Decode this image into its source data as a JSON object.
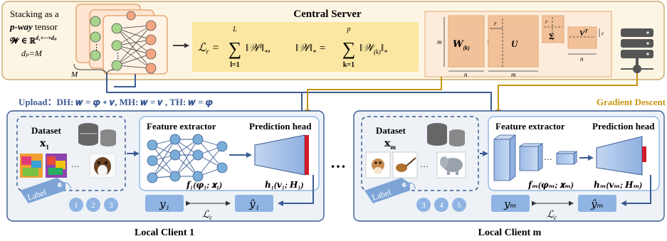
{
  "server": {
    "title": "Central Server",
    "stack_line1": "Stacking as a",
    "stack_line2_bold": "p-way",
    "stack_line2_rest": " tensor",
    "tensor_def": "𝓦 ∈ ℝ",
    "tensor_sup": "d₁×···×dₚ",
    "dp_eq": "dₚ=M",
    "M_label": "M",
    "loss_lhs": "ℒ",
    "loss_lhs_sub": "r",
    "sum1_top": "L",
    "sum1_bot": "l=1",
    "norm1": "‖𝒲ˡ‖",
    "star": "*",
    "norm_def": "‖𝒲‖",
    "sum2_top": "p",
    "sum2_bot": "k=1",
    "norm2": "‖𝒲",
    "norm2_sub": "(k)",
    "svd_W": "𝑾",
    "svd_W_sub": "(k)",
    "svd_eq": "=",
    "svd_U": "U",
    "svd_S": "Σ",
    "svd_V": "V",
    "svd_V_sup": "T",
    "dim_m": "m",
    "dim_n": "n",
    "dim_r": "r"
  },
  "upload": {
    "label": "Upload：DH: 𝒘 = 𝝋 ∘ 𝒗, MH: 𝒘 = 𝒗 , TH: 𝒘 = 𝝋"
  },
  "gradient": {
    "label": "Gradient Descent"
  },
  "client1": {
    "dataset": "Dataset",
    "dataset_x": "𝐱",
    "dataset_x_sub": "1",
    "feature": "Feature extractor",
    "head": "Prediction head",
    "f_label": "𝒇₁(𝝋₁; 𝐱₁)",
    "h_label": "𝒉₁(𝒗₁; 𝑯₁)",
    "y": "𝑦₁",
    "yhat": "𝑦̂₁",
    "lc": "ℒ",
    "lc_sub": "c",
    "tag": "Label",
    "circles": [
      "1",
      "2",
      "3"
    ],
    "caption": "Local Client 1"
  },
  "clientm": {
    "dataset": "Dataset",
    "dataset_x": "𝐱",
    "dataset_x_sub": "m",
    "feature": "Feature extractor",
    "head": "Prediction head",
    "f_label": "𝒇ₘ(𝝋ₘ; 𝐱ₘ)",
    "h_label": "𝒉ₘ(𝒗ₘ; 𝑯ₘ)",
    "y": "𝑦ₘ",
    "yhat": "𝑦̂ₘ",
    "lc": "ℒ",
    "lc_sub": "c",
    "tag": "Label",
    "circles": [
      "3",
      "4",
      "5"
    ],
    "caption": "Local Client m",
    "caption_m": "m"
  },
  "ellipsis": "…",
  "dots_small": "⋮",
  "dots_h": "···",
  "colors": {
    "server_bg": "#fdf5e4",
    "server_border": "#c9a870",
    "formula_bg": "#fbe7a1",
    "svd_bg": "#fdecdb",
    "svd_block": "#f2c199",
    "client_bg": "#eef2f7",
    "blue": "#3b5b93",
    "gold": "#c9950f",
    "node_green": "#a8d58c",
    "node_orange": "#f4a582",
    "node_blue": "#7aaed9",
    "circle_blue": "#8fb4e3"
  }
}
